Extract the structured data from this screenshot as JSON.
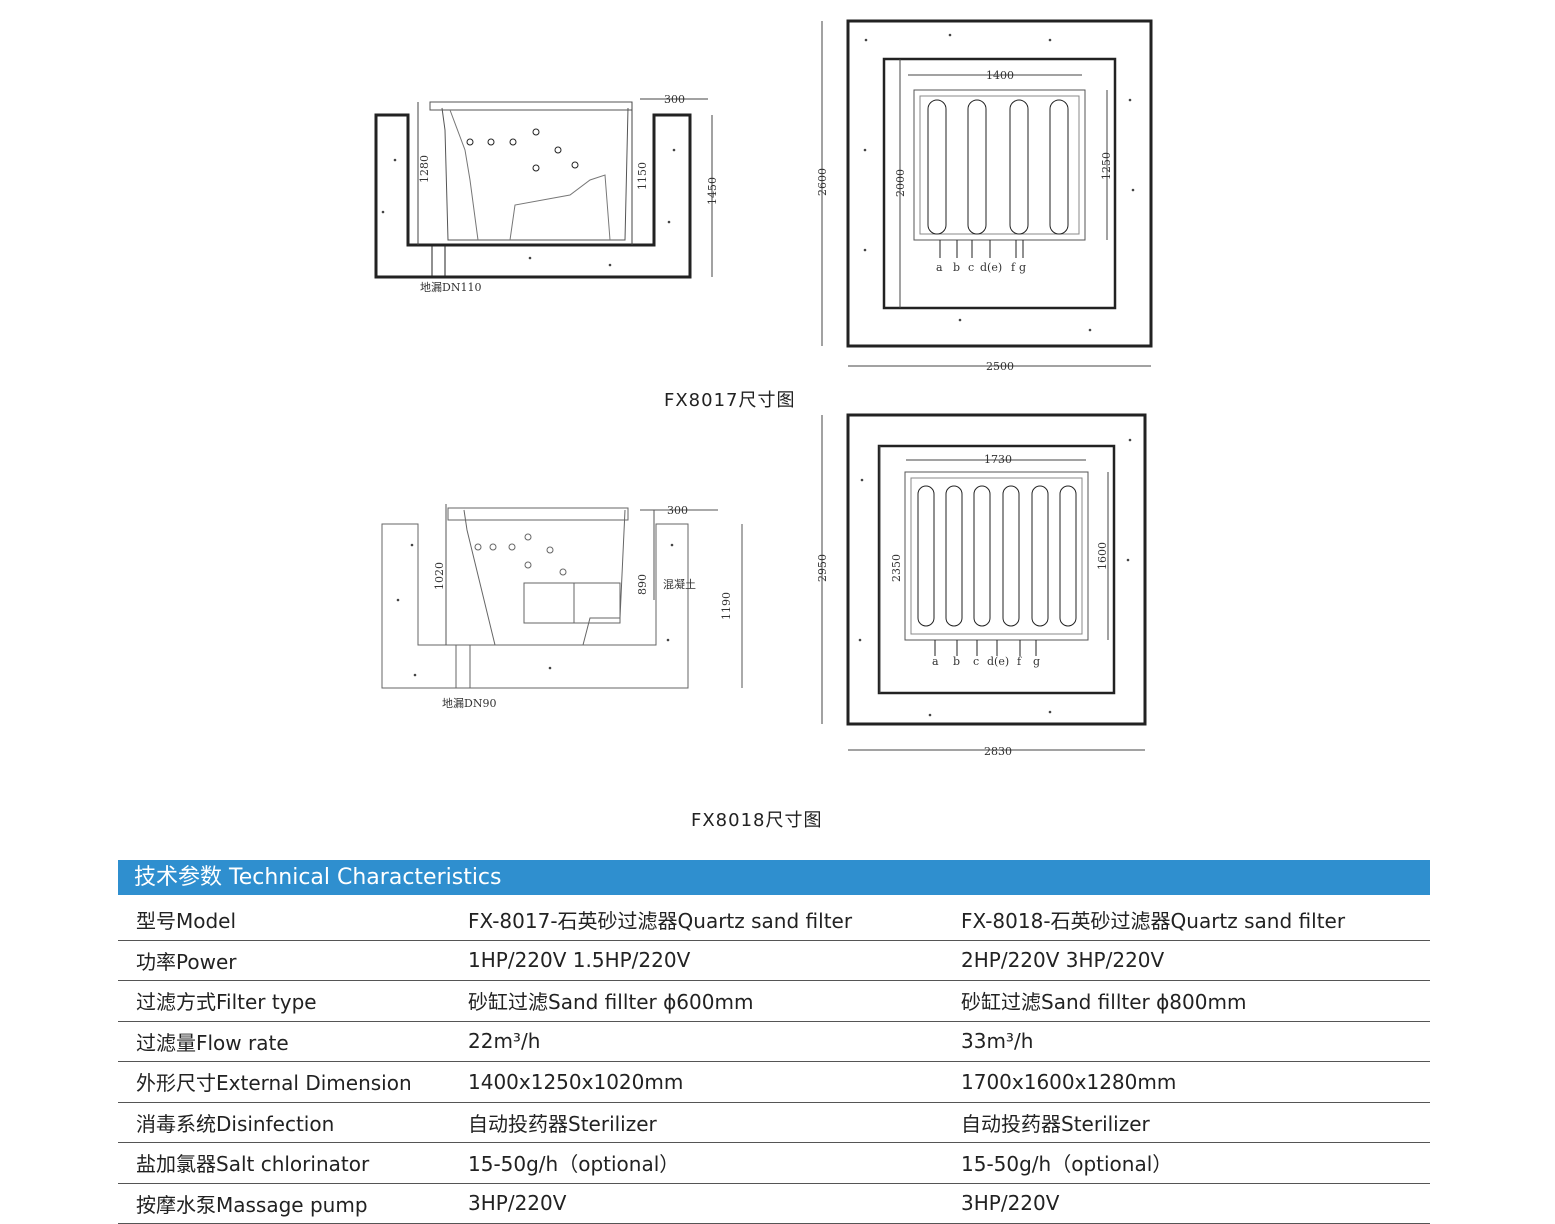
{
  "fx8017": {
    "caption": "FX8017尺寸图",
    "side": {
      "top_gap": "300",
      "depth": "1280",
      "inner": "1150",
      "height": "1450",
      "drain": "地漏DN110"
    },
    "plan": {
      "width_outer": "2500",
      "height_outer": "2600",
      "width_inner": "1400",
      "height_inner": "2000",
      "tub_h": "1250",
      "ports": [
        "a",
        "b",
        "c",
        "d(e)",
        "f",
        "g"
      ]
    }
  },
  "fx8018": {
    "caption": "FX8018尺寸图",
    "side": {
      "top_gap": "300",
      "depth": "1020",
      "inner": "890",
      "height": "1190",
      "concrete": "混凝土",
      "drain": "地漏DN90"
    },
    "plan": {
      "width_outer": "2830",
      "height_outer": "2950",
      "width_inner": "1730",
      "height_inner": "2350",
      "tub_h": "1600",
      "ports": [
        "a",
        "b",
        "c",
        "d(e)",
        "f",
        "g"
      ]
    }
  },
  "spec": {
    "title": "技术参数 Technical Characteristics",
    "rows": [
      [
        "型号Model",
        "FX-8017-石英砂过滤器Quartz sand filter",
        "FX-8018-石英砂过滤器Quartz sand filter"
      ],
      [
        "功率Power",
        "1HP/220V   1.5HP/220V",
        "2HP/220V   3HP/220V"
      ],
      [
        "过滤方式Filter type",
        "砂缸过滤Sand fillter ϕ600mm",
        "砂缸过滤Sand fillter ϕ800mm"
      ],
      [
        "过滤量Flow rate",
        "22m³/h",
        "33m³/h"
      ],
      [
        "外形尺寸External Dimension",
        "1400x1250x1020mm",
        "1700x1600x1280mm"
      ],
      [
        "消毒系统Disinfection",
        "自动投药器Sterilizer",
        "自动投药器Sterilizer"
      ],
      [
        "盐加氯器Salt chlorinator",
        "15-50g/h（optional）",
        "15-50g/h（optional）"
      ],
      [
        "按摩水泵Massage pump",
        "3HP/220V",
        "3HP/220V"
      ]
    ]
  }
}
